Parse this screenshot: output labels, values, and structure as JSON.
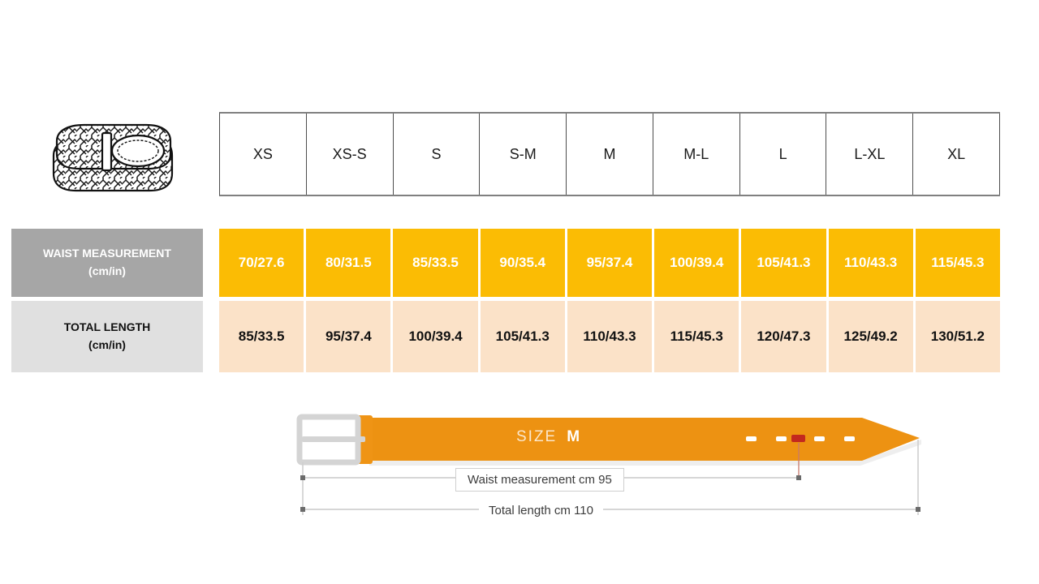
{
  "product": {
    "icon": "braided-belt-icon"
  },
  "size_table": {
    "sizes": [
      "XS",
      "XS-S",
      "S",
      "S-M",
      "M",
      "M-L",
      "L",
      "L-XL",
      "XL"
    ],
    "rows": [
      {
        "label": "WAIST MEASUREMENT",
        "unit": "(cm/in)",
        "values": [
          "70/27.6",
          "80/31.5",
          "85/33.5",
          "90/35.4",
          "95/37.4",
          "100/39.4",
          "105/41.3",
          "110/43.3",
          "115/45.3"
        ]
      },
      {
        "label": "TOTAL LENGTH",
        "unit": "(cm/in)",
        "values": [
          "85/33.5",
          "95/37.4",
          "100/39.4",
          "105/41.3",
          "110/43.3",
          "115/45.3",
          "120/47.3",
          "125/49.2",
          "130/51.2"
        ]
      }
    ]
  },
  "belt_diagram": {
    "size_word": "SIZE",
    "size_value": "M",
    "waist_dimension": "Waist measurement cm 95",
    "total_dimension": "Total length cm 110",
    "holes_count": 5,
    "highlighted_hole_index": 2
  },
  "colors": {
    "amber": "#FBBC04",
    "peach": "#FBE2C8",
    "gray_label": "#A6A6A6",
    "light_gray_label": "#E0E0E0",
    "belt_orange": "#ED9212",
    "buckle_gray": "#D9D9D9",
    "hole_highlight": "#C3281E",
    "dimension_line": "#C8C8C8"
  }
}
